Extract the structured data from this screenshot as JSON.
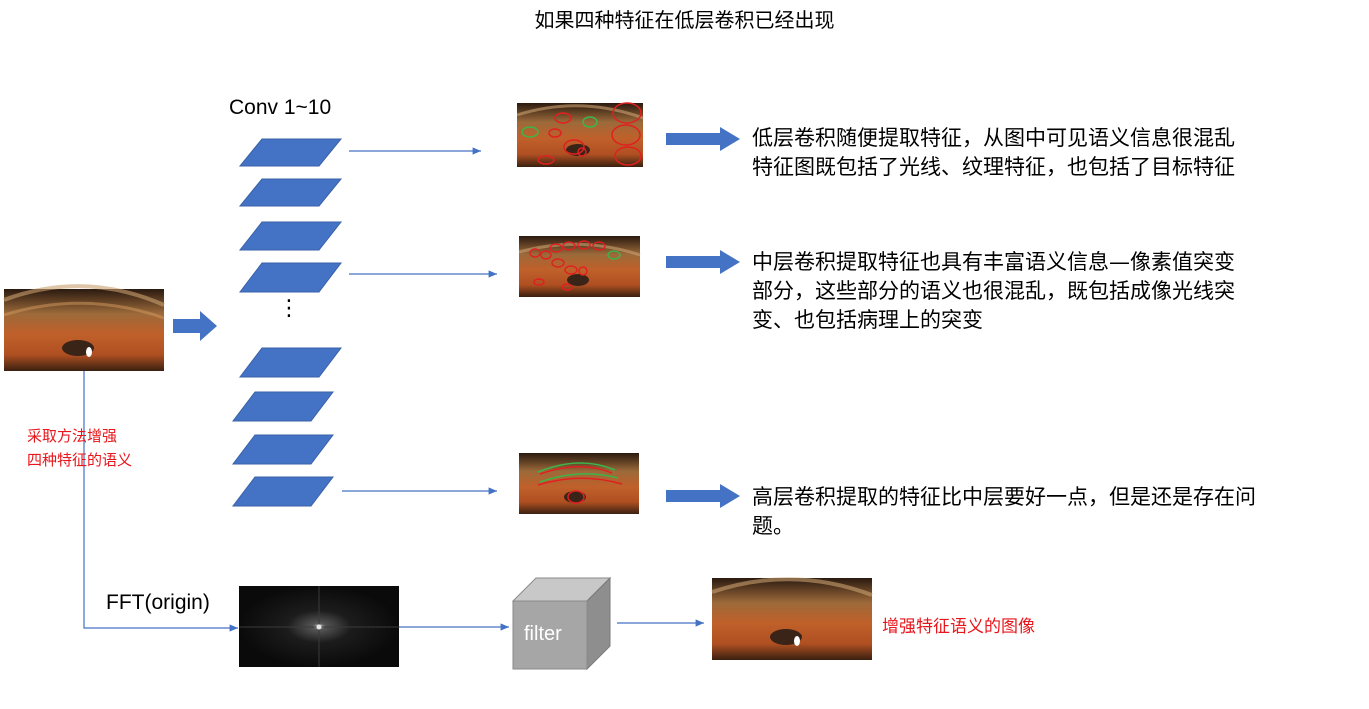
{
  "title": "如果四种特征在低层卷积已经出现",
  "conv_label": "Conv 1~10",
  "ellipsis": "⋮",
  "low": {
    "line1": "低层卷积随便提取特征，从图中可见语义信息很混乱",
    "line2": "特征图既包括了光线、纹理特征，也包括了目标特征"
  },
  "mid": {
    "line1": "中层卷积提取特征也具有丰富语义信息—像素值突变",
    "line2": "部分，这些部分的语义也很混乱，既包括成像光线突",
    "line3": "变、也包括病理上的突变"
  },
  "high": {
    "line1": "高层卷积提取的特征比中层要好一点，但是还是存在问",
    "line2": "题。"
  },
  "enhance": {
    "line1": "采取方法增强",
    "line2": "四种特征的语义"
  },
  "fft_label": "FFT(origin)",
  "filter_label": "filter",
  "output_label": "增强特征语义的图像",
  "colors": {
    "layer_fill": "#4472c4",
    "arrow": "#4472c4",
    "red_text": "#e8161b",
    "marker_red": "#e02020",
    "marker_green": "#3cb44b",
    "filter_gray": "#a6a6a6"
  }
}
